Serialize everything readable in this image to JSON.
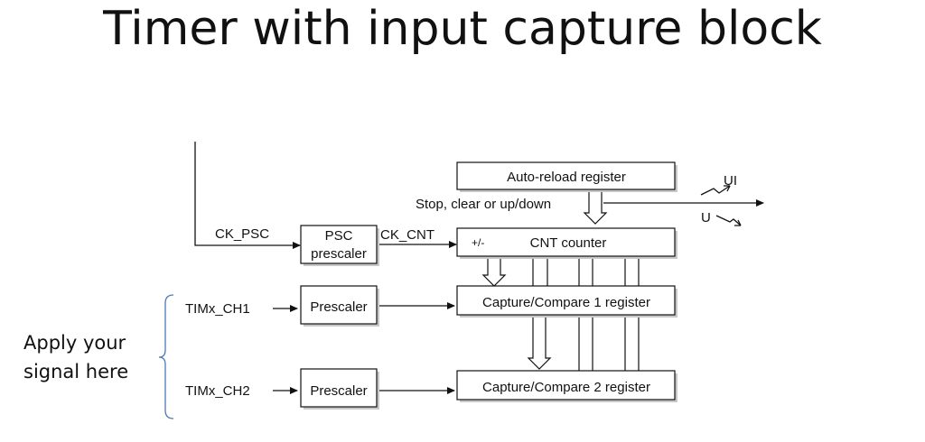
{
  "title": "Timer with input capture block",
  "annotation": {
    "line1": "Apply your",
    "line2": "signal here"
  },
  "blocks": {
    "auto_reload": "Auto-reload register",
    "psc_line1": "PSC",
    "psc_line2": "prescaler",
    "cnt_sign": "+/-",
    "cnt": "CNT counter",
    "prescaler1": "Prescaler",
    "prescaler2": "Prescaler",
    "cc1": "Capture/Compare 1 register",
    "cc2": "Capture/Compare 2 register"
  },
  "signals": {
    "ck_psc": "CK_PSC",
    "ck_cnt": "CK_CNT",
    "stop": "Stop, clear or up/down",
    "ui": "UI",
    "u": "U",
    "ch1": "TIMx_CH1",
    "ch2": "TIMx_CH2"
  },
  "colors": {
    "bracket": "#4a7ab8",
    "line": "#111111"
  }
}
